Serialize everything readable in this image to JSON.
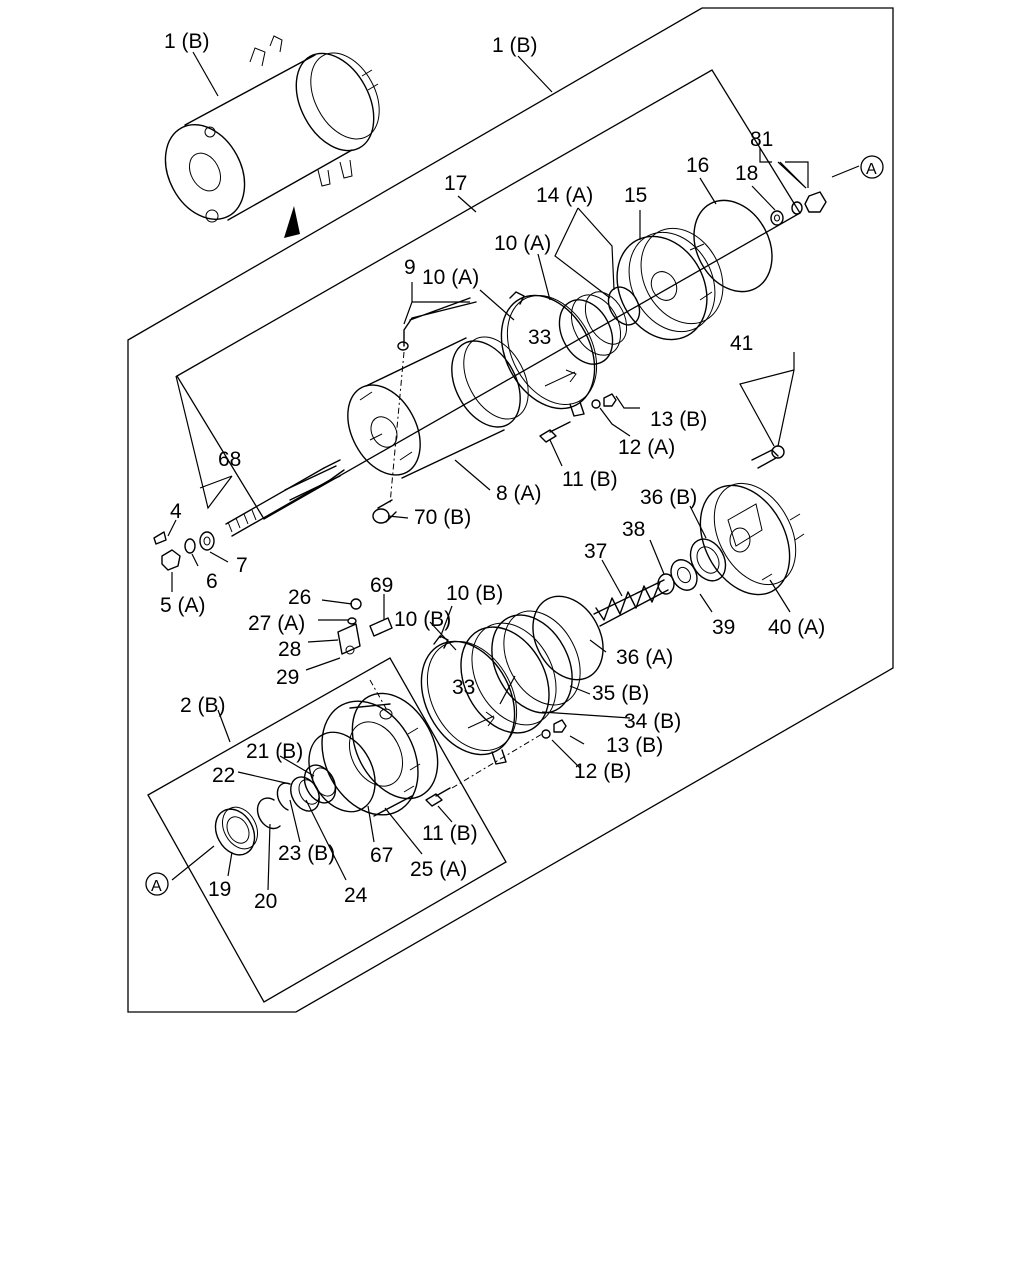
{
  "diagram": {
    "labels": {
      "l_1b_top": "1 (B)",
      "l_1b": "1 (B)",
      "l_81": "81",
      "l_18": "18",
      "l_16": "16",
      "l_17": "17",
      "l_14a": "14 (A)",
      "l_15": "15",
      "l_10a_1": "10 (A)",
      "l_10a_2": "10 (A)",
      "l_9": "9",
      "l_33_top": "33",
      "l_13b_top": "13 (B)",
      "l_12a": "12 (A)",
      "l_41": "41",
      "l_68": "68",
      "l_11b_top": "11 (B)",
      "l_8a": "8 (A)",
      "l_70b": "70 (B)",
      "l_4": "4",
      "l_6": "6",
      "l_7": "7",
      "l_5a": "5 (A)",
      "l_36b": "36 (B)",
      "l_38": "38",
      "l_37": "37",
      "l_39": "39",
      "l_40a": "40 (A)",
      "l_26": "26",
      "l_69": "69",
      "l_27a": "27 (A)",
      "l_10b_1": "10 (B)",
      "l_10b_2": "10 (B)",
      "l_28": "28",
      "l_29": "29",
      "l_36a": "36 (A)",
      "l_33_bot": "33",
      "l_35b": "35 (B)",
      "l_2b": "2 (B)",
      "l_34b": "34 (B)",
      "l_21b": "21 (B)",
      "l_13b_bot": "13 (B)",
      "l_22": "22",
      "l_12b": "12 (B)",
      "l_11b_bot": "11 (B)",
      "l_23b": "23 (B)",
      "l_67": "67",
      "l_25a": "25 (A)",
      "l_19": "19",
      "l_20": "20",
      "l_24": "24",
      "ref_a_top": "A",
      "ref_a_bot": "A"
    }
  }
}
